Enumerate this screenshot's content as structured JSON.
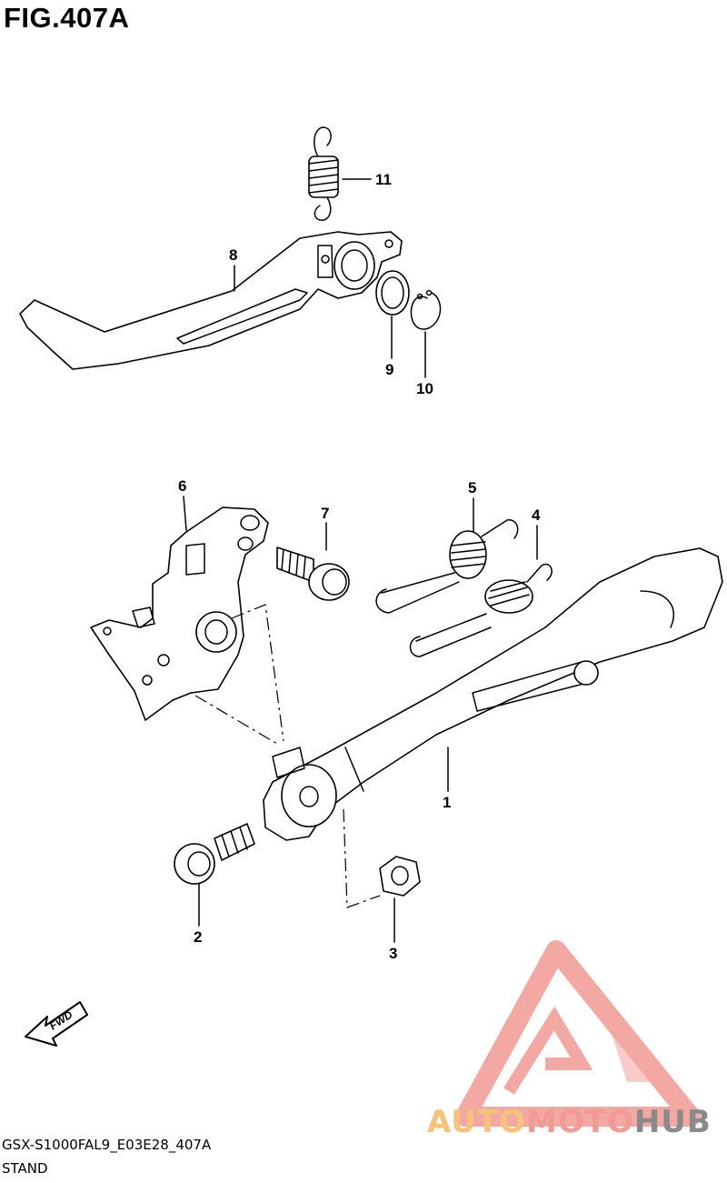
{
  "figure": {
    "title": "FIG.407A",
    "model_code": "GSX-S1000FAL9_E03E28_407A",
    "section": "STAND"
  },
  "callouts": [
    "1",
    "2",
    "3",
    "4",
    "5",
    "6",
    "7",
    "8",
    "9",
    "10",
    "11"
  ],
  "direction_marker": "FWD",
  "watermark": {
    "part_a": "AUTO",
    "part_b": "MOTO",
    "part_c": "HUB",
    "colors": {
      "triangle": "#f29a95",
      "auto": "#f7c27a",
      "moto": "#f29a95",
      "hub": "#8a8a8a"
    }
  }
}
